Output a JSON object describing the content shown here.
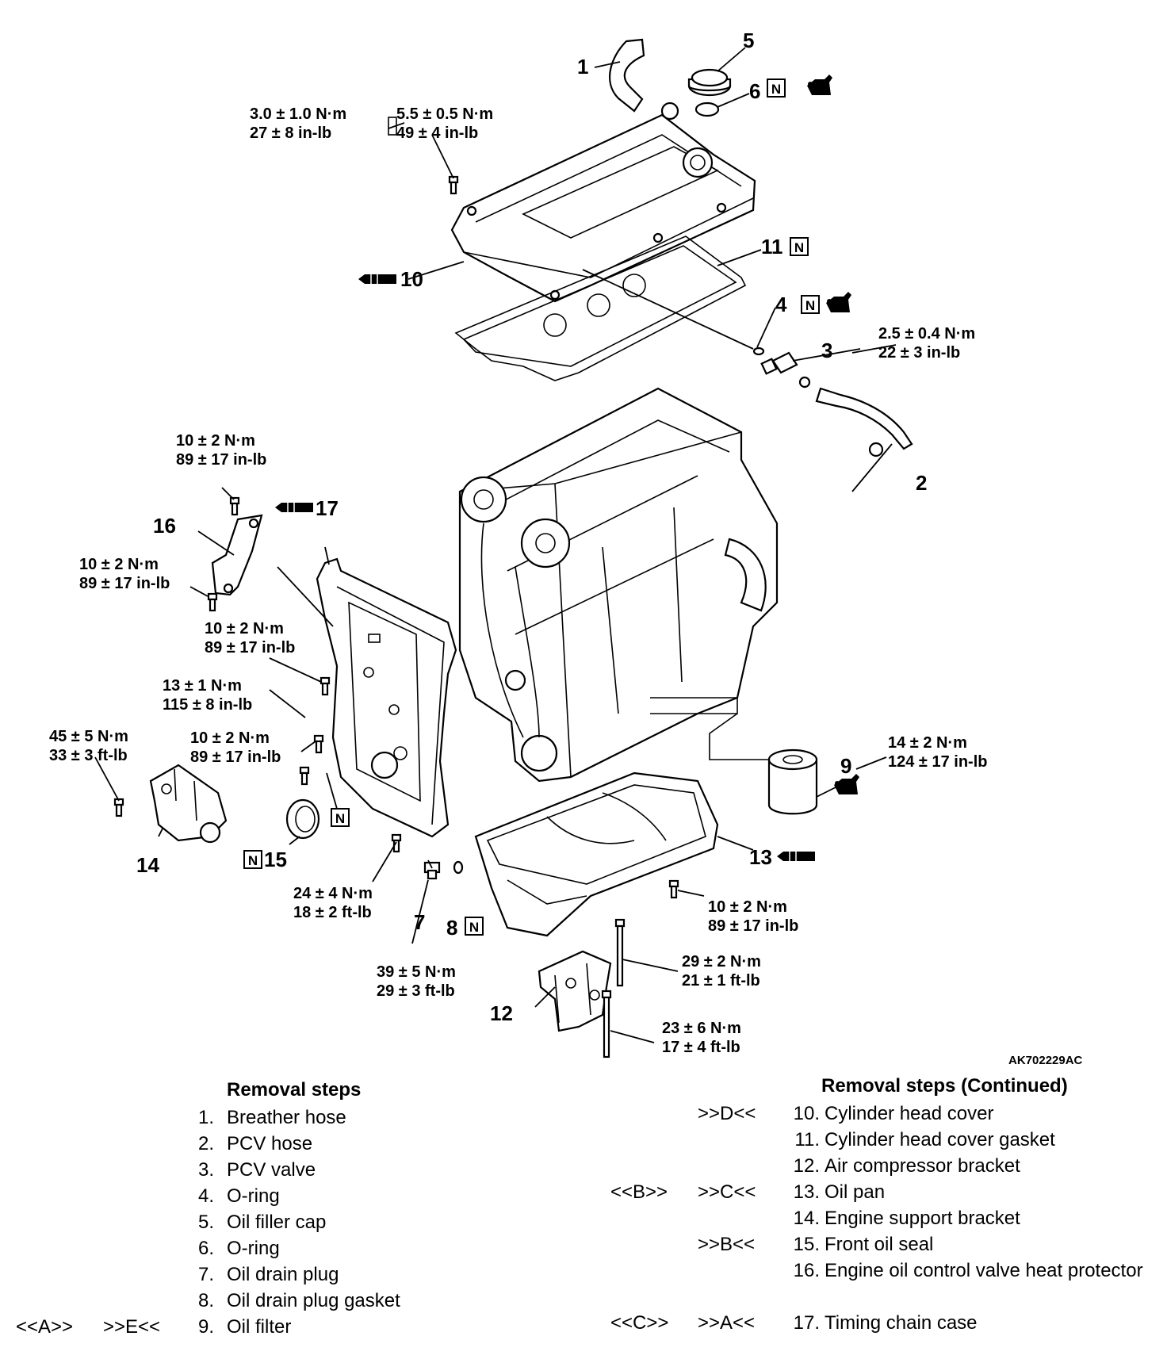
{
  "figure_id": "AK702229AC",
  "badge_new": "N",
  "callouts": {
    "c1": "1",
    "c2": "2",
    "c3": "3",
    "c4": "4",
    "c5": "5",
    "c6": "6",
    "c7": "7",
    "c8": "8",
    "c9": "9",
    "c10": "10",
    "c11": "11",
    "c12": "12",
    "c13": "13",
    "c14": "14",
    "c15": "15",
    "c16": "16",
    "c17": "17"
  },
  "torques": {
    "cover_bolt_a": [
      "3.0 ± 1.0 N·m",
      "27 ± 8 in-lb"
    ],
    "cover_bolt_b": [
      "5.5 ± 0.5 N·m",
      "49 ± 4 in-lb"
    ],
    "pcv_valve": [
      "2.5 ± 0.4 N·m",
      "22 ± 3 in-lb"
    ],
    "heat_protector_top": [
      "10 ± 2 N·m",
      "89 ± 17 in-lb"
    ],
    "heat_protector_bottom": [
      "10 ± 2 N·m",
      "89 ± 17 in-lb"
    ],
    "chain_case_a": [
      "10 ± 2 N·m",
      "89 ± 17 in-lb"
    ],
    "chain_case_b": [
      "13 ± 1 N·m",
      "115 ± 8 in-lb"
    ],
    "chain_case_c": [
      "10 ± 2 N·m",
      "89 ± 17 in-lb"
    ],
    "support_bracket": [
      "45 ± 5 N·m",
      "33 ± 3 ft-lb"
    ],
    "oil_filter": [
      "14 ± 2 N·m",
      "124 ± 17 in-lb"
    ],
    "chain_case_lower": [
      "24 ± 4 N·m",
      "18 ± 2 ft-lb"
    ],
    "oil_pan": [
      "10 ± 2 N·m",
      "89 ± 17 in-lb"
    ],
    "drain_plug": [
      "39 ± 5 N·m",
      "29 ± 3 ft-lb"
    ],
    "compressor_upper": [
      "29 ± 2 N·m",
      "21 ± 1 ft-lb"
    ],
    "compressor_lower": [
      "23 ± 6 N·m",
      "17 ± 4 ft-lb"
    ]
  },
  "removal_steps": {
    "title": "Removal steps",
    "items": [
      {
        "c1": "",
        "c2": "",
        "num": "1.",
        "label": "Breather hose"
      },
      {
        "c1": "",
        "c2": "",
        "num": "2.",
        "label": "PCV hose"
      },
      {
        "c1": "",
        "c2": "",
        "num": "3.",
        "label": "PCV valve"
      },
      {
        "c1": "",
        "c2": "",
        "num": "4.",
        "label": "O-ring"
      },
      {
        "c1": "",
        "c2": "",
        "num": "5.",
        "label": "Oil filler cap"
      },
      {
        "c1": "",
        "c2": "",
        "num": "6.",
        "label": "O-ring"
      },
      {
        "c1": "",
        "c2": "",
        "num": "7.",
        "label": "Oil drain plug"
      },
      {
        "c1": "",
        "c2": "",
        "num": "8.",
        "label": "Oil drain plug gasket"
      },
      {
        "c1": "<<A>>",
        "c2": ">>E<<",
        "num": "9.",
        "label": "Oil filter"
      }
    ]
  },
  "removal_steps_continued": {
    "title": "Removal steps (Continued)",
    "items": [
      {
        "c1": "",
        "c2": ">>D<<",
        "num": "10.",
        "label": "Cylinder head cover"
      },
      {
        "c1": "",
        "c2": "",
        "num": "11.",
        "label": "Cylinder head cover gasket"
      },
      {
        "c1": "",
        "c2": "",
        "num": "12.",
        "label": "Air compressor bracket"
      },
      {
        "c1": "<<B>>",
        "c2": ">>C<<",
        "num": "13.",
        "label": "Oil pan"
      },
      {
        "c1": "",
        "c2": "",
        "num": "14.",
        "label": "Engine support bracket"
      },
      {
        "c1": "",
        "c2": ">>B<<",
        "num": "15.",
        "label": "Front oil seal"
      },
      {
        "c1": "",
        "c2": "",
        "num": "16.",
        "label": "Engine oil control valve heat protector"
      },
      {
        "c1": "<<C>>",
        "c2": ">>A<<",
        "num": "17.",
        "label": "Timing chain case"
      }
    ]
  }
}
